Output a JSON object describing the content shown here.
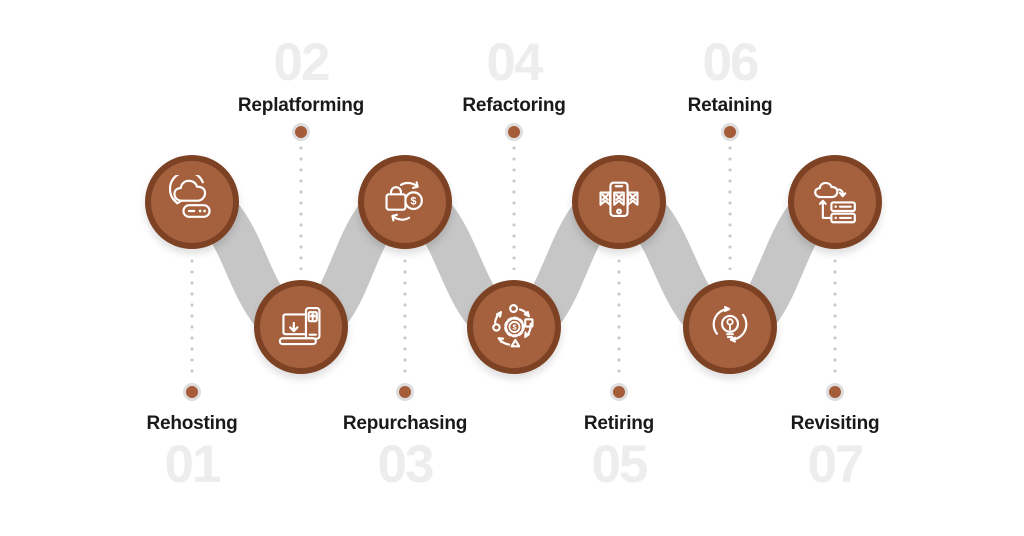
{
  "diagram": {
    "steps": [
      {
        "number": "01",
        "label": "Rehosting",
        "icon": "cloud-refresh-server-icon",
        "row": "top"
      },
      {
        "number": "02",
        "label": "Replatforming",
        "icon": "laptop-mobile-migration-icon",
        "row": "bottom"
      },
      {
        "number": "03",
        "label": "Repurchasing",
        "icon": "bag-dollar-exchange-icon",
        "row": "top"
      },
      {
        "number": "04",
        "label": "Refactoring",
        "icon": "gear-process-cycle-icon",
        "row": "bottom"
      },
      {
        "number": "05",
        "label": "Retiring",
        "icon": "mobile-discard-tags-icon",
        "row": "top"
      },
      {
        "number": "06",
        "label": "Retaining",
        "icon": "lightbulb-refresh-icon",
        "row": "bottom"
      },
      {
        "number": "07",
        "label": "Revisiting",
        "icon": "cloud-server-sync-icon",
        "row": "top"
      }
    ],
    "colors": {
      "background": "#ffffff",
      "circle_fill": "#a5603e",
      "circle_rim": "#7c4223",
      "ribbon": "#c6c6c6",
      "dotted_line": "#c9c9c9",
      "end_dot": "#a45c39",
      "end_dot_ring": "#dedede",
      "label_text": "#1a1a1a",
      "number_text": "#ededed",
      "icon": "#ffffff"
    }
  }
}
